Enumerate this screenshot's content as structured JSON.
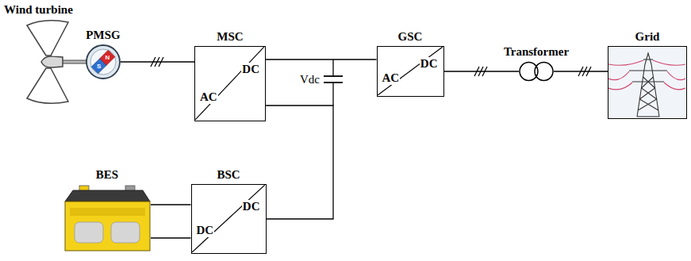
{
  "diagram": {
    "nodes": [
      {
        "text": [
          "PMSG",
          "N",
          "S"
        ]
      },
      {
        "text": [
          "MSC",
          "DC",
          "AC"
        ]
      },
      {
        "text": [
          "GSC",
          "DC",
          "AC"
        ]
      },
      {
        "text": [
          "Transformer"
        ]
      },
      {
        "text": [
          "Grid"
        ]
      },
      {
        "text": [
          "BES"
        ]
      },
      {
        "text": [
          "BSC",
          "DC",
          "DC"
        ]
      }
    ],
    "edges": [
      {
        "from": 0,
        "to": 1,
        "arrow": "none"
      },
      {
        "from": 1,
        "to": 2,
        "arrow": "none"
      },
      {
        "from": 2,
        "to": 3,
        "arrow": "none"
      },
      {
        "from": 3,
        "to": 4,
        "arrow": "none"
      },
      {
        "from": 5,
        "to": 6,
        "arrow": "none"
      },
      {
        "from": 6,
        "to": 1,
        "arrow": "none"
      }
    ],
    "labels": [
      "Wind turbine",
      "Vdc"
    ]
  }
}
